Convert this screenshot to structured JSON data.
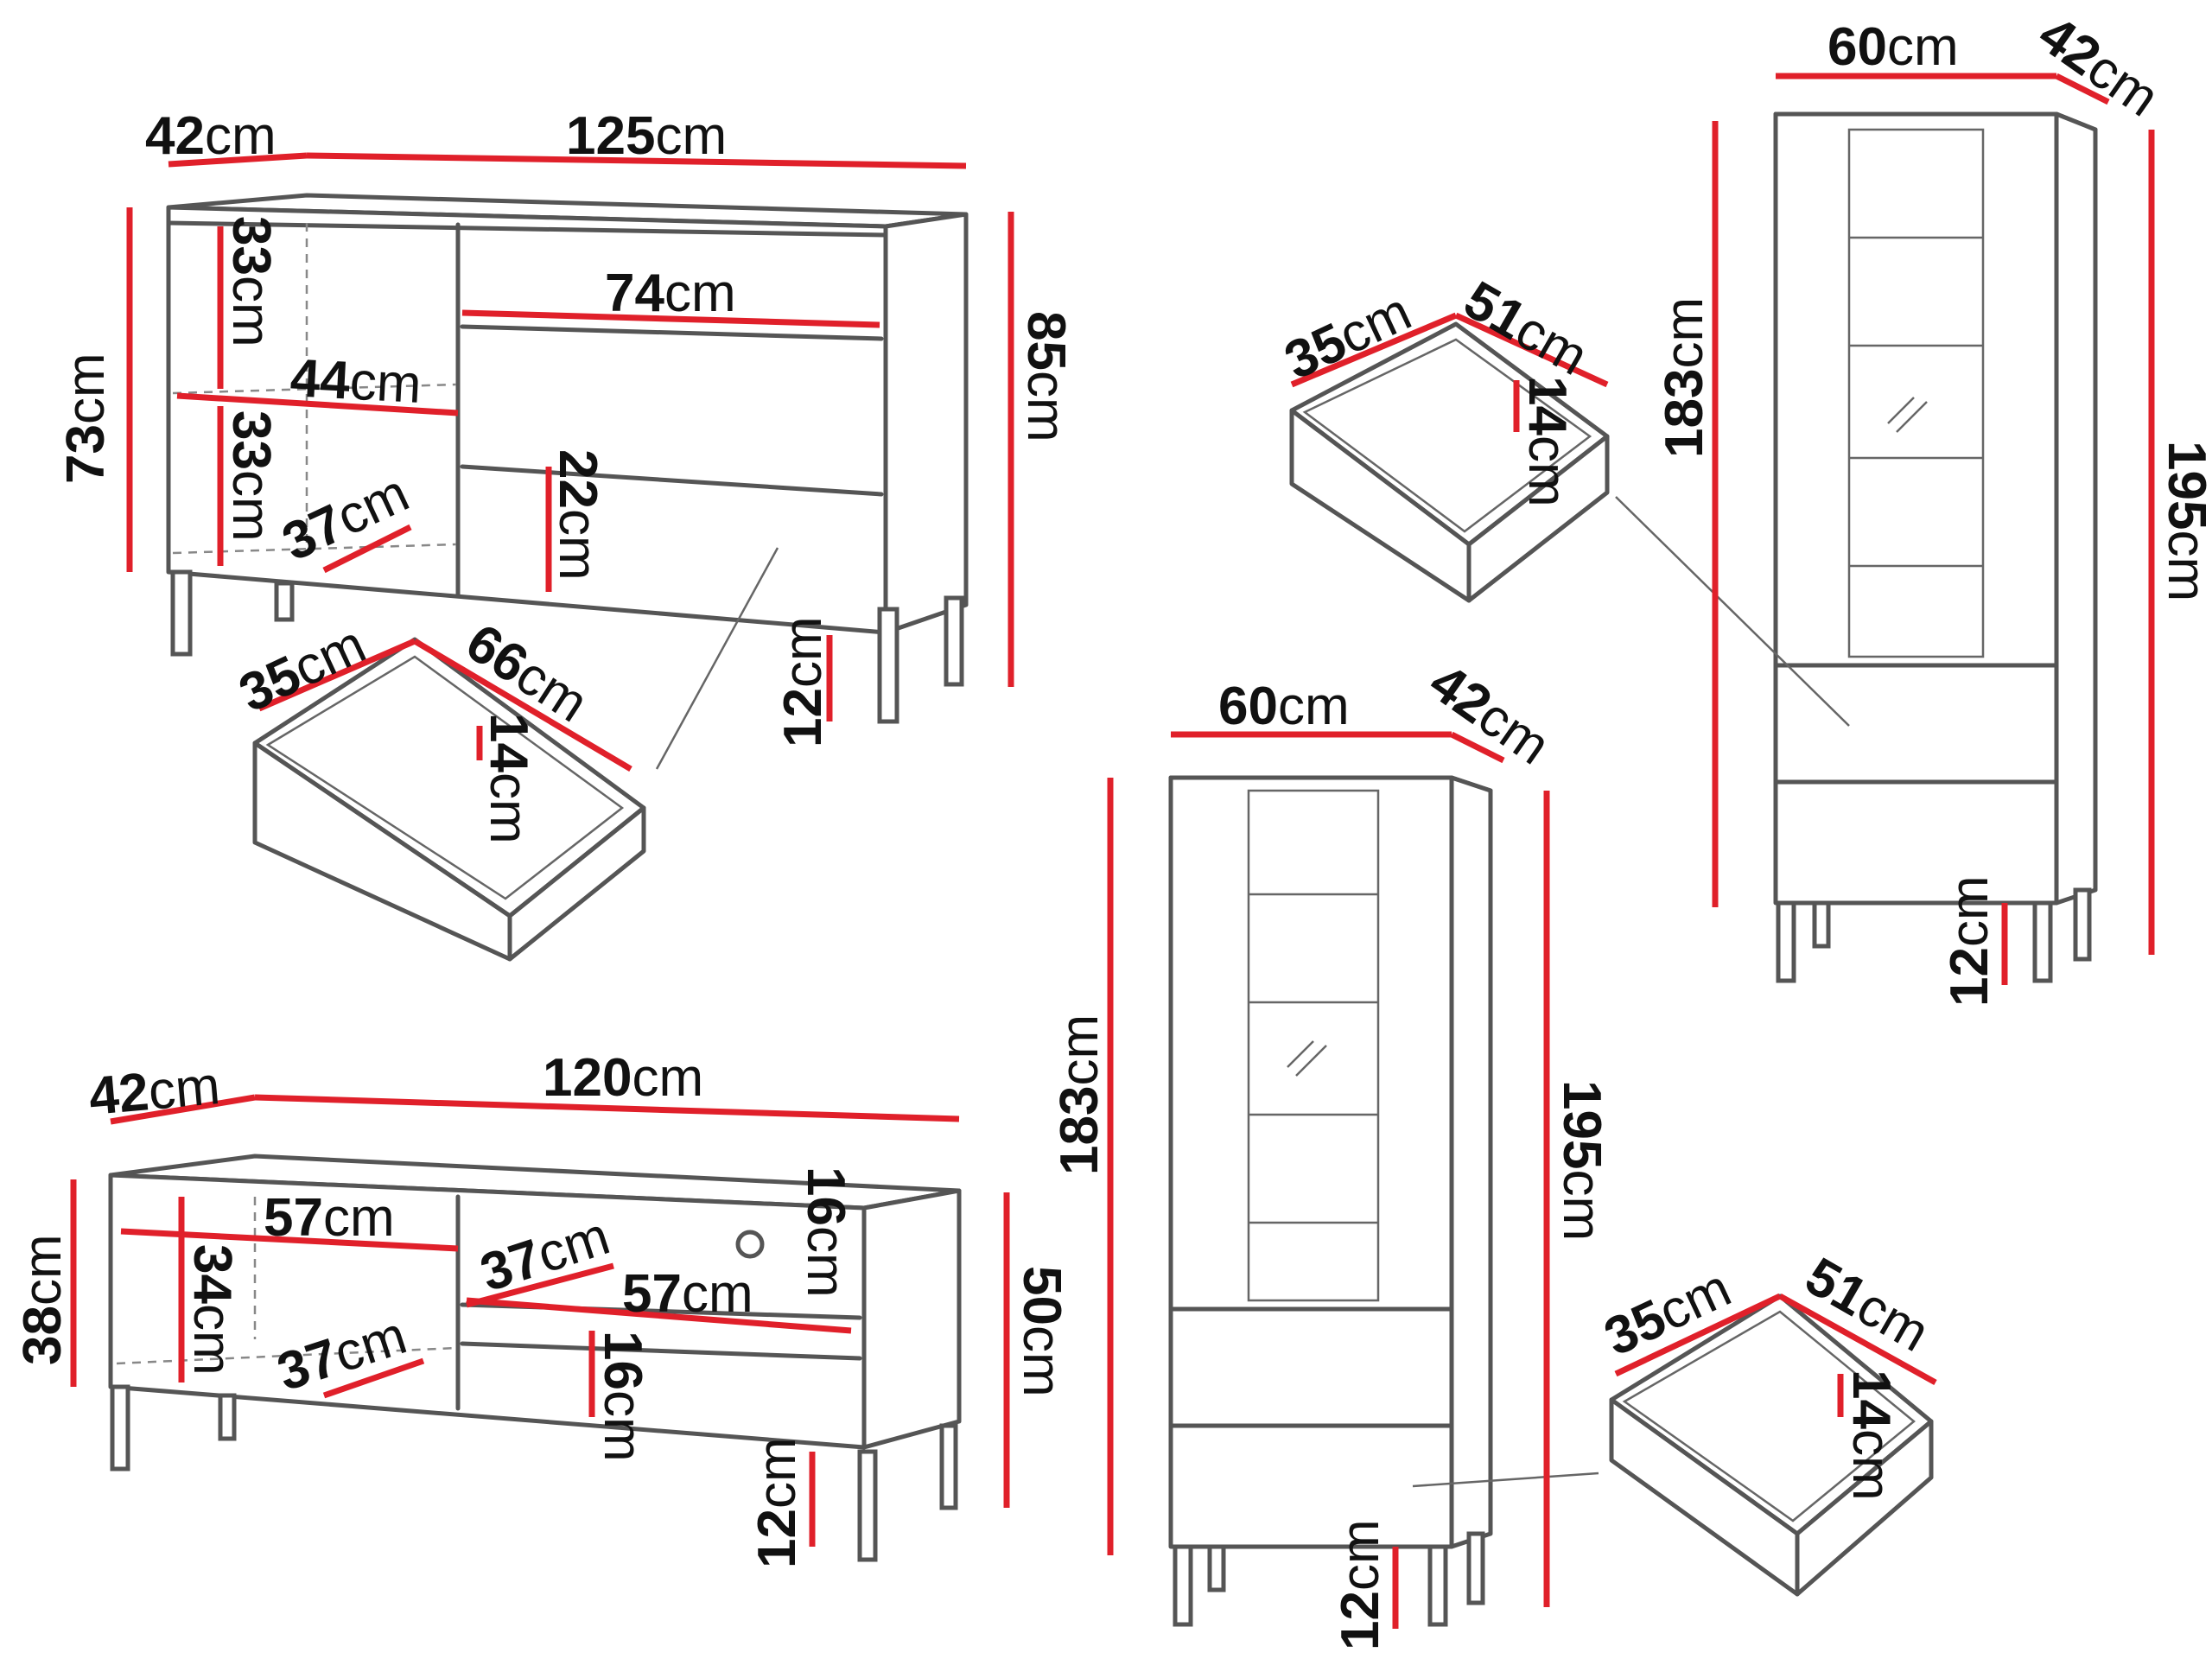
{
  "unit": "cm",
  "sideboard": {
    "depth": "42",
    "width": "125",
    "height_body": "73",
    "height_total": "85",
    "shelf_h1": "33",
    "shelf_h2": "33",
    "shelf_depth": "44",
    "shelf_inner": "37",
    "drawer_width": "74",
    "drawer_front_h": "22",
    "leg_h": "12",
    "drawer": {
      "front": "35",
      "depth": "66",
      "height": "14"
    }
  },
  "tv_stand": {
    "depth": "42",
    "width": "120",
    "height_body": "38",
    "height_total": "50",
    "left_width": "57",
    "left_height": "34",
    "left_depth": "37",
    "right_depth": "37",
    "right_width": "57",
    "top_h": "16",
    "drawer_h": "16",
    "leg_h": "12"
  },
  "cabinet_center": {
    "width": "60",
    "depth": "42",
    "height_body": "183",
    "height_total": "195",
    "leg_h": "12",
    "drawer": {
      "front": "35",
      "depth": "51",
      "height": "14"
    }
  },
  "cabinet_right": {
    "width": "60",
    "depth": "42",
    "height_body": "183",
    "height_total": "195",
    "leg_h": "12",
    "drawer": {
      "front": "35",
      "depth": "51",
      "height": "14"
    }
  }
}
